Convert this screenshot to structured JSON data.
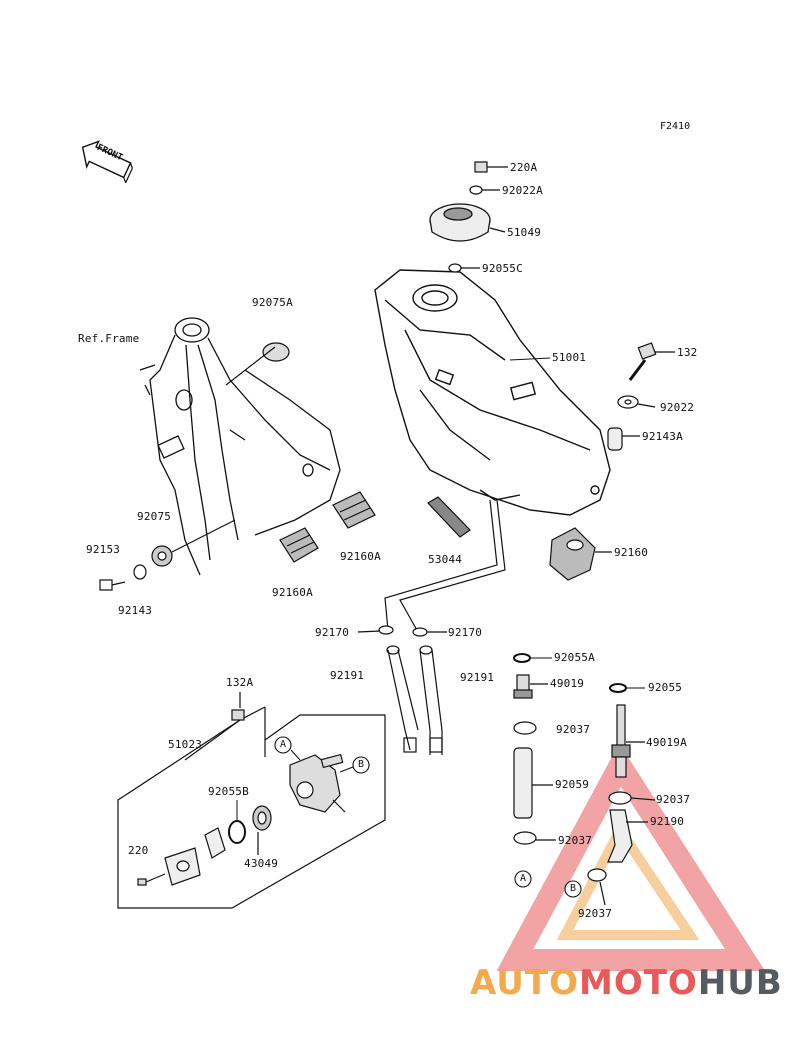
{
  "figure_code": "F2410",
  "front_label": "FRONT",
  "ref_frame": "Ref.Frame",
  "parts": {
    "p220A": "220A",
    "p92022A": "92022A",
    "p51049": "51049",
    "p92055C": "92055C",
    "p51001": "51001",
    "p132": "132",
    "p92022": "92022",
    "p92143A": "92143A",
    "p92160": "92160",
    "p92075A": "92075A",
    "p92075": "92075",
    "p92153": "92153",
    "p92143": "92143",
    "p92160A_a": "92160A",
    "p92160A_b": "92160A",
    "p53044": "53044",
    "p92170_a": "92170",
    "p92170_b": "92170",
    "p92191_a": "92191",
    "p92191_b": "92191",
    "p92055A": "92055A",
    "p49019": "49019",
    "p92055": "92055",
    "p92037_a": "92037",
    "p49019A": "49019A",
    "p92059": "92059",
    "p92037_b": "92037",
    "p92190": "92190",
    "p92037_c": "92037",
    "p92037_d": "92037",
    "p132A": "132A",
    "p51023": "51023",
    "p92055B": "92055B",
    "p220": "220",
    "p43049": "43049"
  },
  "markers": {
    "a1": "A",
    "b1": "B",
    "a2": "A",
    "b2": "B"
  },
  "watermark": {
    "part1": "AUTO",
    "part2": "MOTO",
    "part3": "HUB"
  }
}
